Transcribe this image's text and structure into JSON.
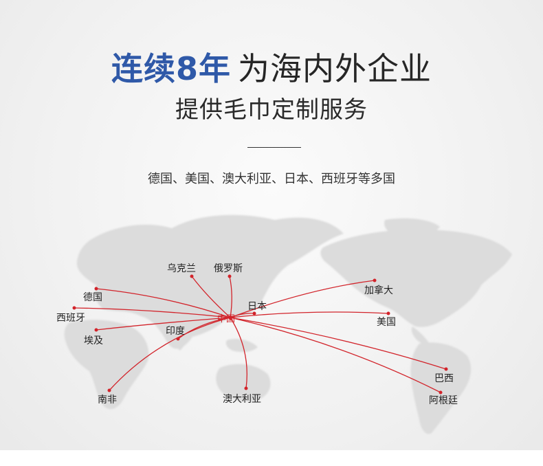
{
  "headline": {
    "accent": "连续8年",
    "rest": "为海内外企业"
  },
  "subheadline": "提供毛巾定制服务",
  "countries_line": "德国、美国、澳大利亚、日本、西班牙等多国",
  "map": {
    "origin": "中国",
    "destinations": [
      "乌克兰",
      "俄罗斯",
      "日本",
      "加拿大",
      "美国",
      "巴西",
      "阿根廷",
      "澳大利亚",
      "南非",
      "印度",
      "埃及",
      "西班牙",
      "德国"
    ],
    "route_color": "#d2232a",
    "land_color": "#dcdcdc"
  },
  "colors": {
    "accent": "#2f59a8",
    "text": "#262626",
    "route": "#d2232a"
  }
}
